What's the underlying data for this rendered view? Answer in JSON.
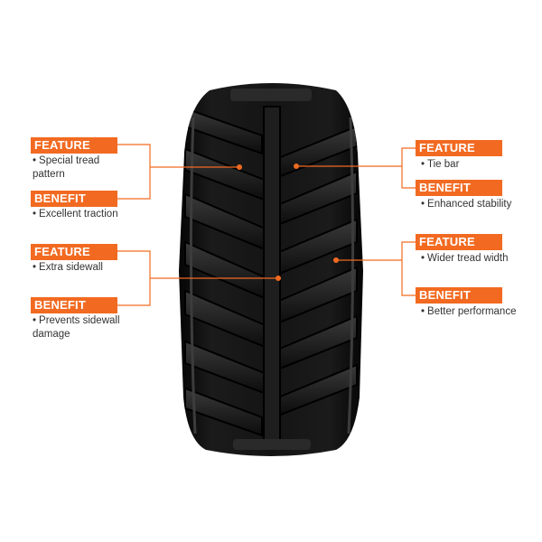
{
  "callouts": {
    "left_top": {
      "feature_label": "FEATURE",
      "feature_text": "Special tread pattern",
      "benefit_label": "BENEFIT",
      "benefit_text": "Excellent traction"
    },
    "left_bottom": {
      "feature_label": "FEATURE",
      "feature_text": "Extra sidewall",
      "benefit_label": "BENEFIT",
      "benefit_text": "Prevents sidewall damage"
    },
    "right_top": {
      "feature_label": "FEATURE",
      "feature_text": "Tie bar",
      "benefit_label": "BENEFIT",
      "benefit_text": "Enhanced stability"
    },
    "right_bottom": {
      "feature_label": "FEATURE",
      "feature_text": "Wider tread width",
      "benefit_label": "BENEFIT",
      "benefit_text": "Better performance"
    }
  },
  "bullet": "•",
  "colors": {
    "accent": "#f26a21",
    "tire": "#111111",
    "text": "#333333"
  }
}
